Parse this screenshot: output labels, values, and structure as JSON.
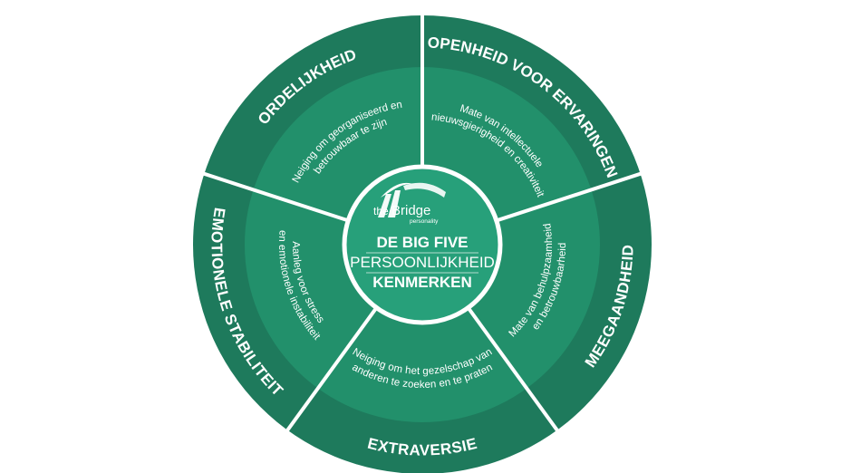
{
  "colors": {
    "outer_ring": "#1e7a5c",
    "inner_ring": "#22906b",
    "center_disc": "#27a07a",
    "divider": "#ffffff",
    "text": "#ffffff"
  },
  "center": {
    "logo": {
      "the": "the",
      "bridge": "Bridge",
      "sub": "personality",
      "icon": "bridge-arch-icon"
    },
    "line1": "DE BIG FIVE",
    "line2": "PERSOONLIJKHEID",
    "line3": "KENMERKEN"
  },
  "segments": [
    {
      "id": "ordelijkheid",
      "title": "ORDELIJKHEID",
      "desc": [
        "Neiging om georganiseerd en",
        "betrouwbaar te zijn"
      ]
    },
    {
      "id": "openheid",
      "title": "OPENHEID VOOR ERVARINGEN",
      "desc": [
        "Mate van intellectuele",
        "nieuwsgierigheid en creativiteit"
      ]
    },
    {
      "id": "meegaandheid",
      "title": "MEEGAANDHEID",
      "desc": [
        "Mate van behulpzaamheid",
        "en betrouwbaarheid"
      ]
    },
    {
      "id": "extraversie",
      "title": "EXTRAVERSIE",
      "desc": [
        "Neiging om het gezelschap van",
        "anderen te zoeken en te praten"
      ]
    },
    {
      "id": "emotionele-stabiliteit",
      "title": "EMOTIONELE STABILITEIT",
      "desc": [
        "Aanleg voor stress",
        "en emotionele instabiliteit"
      ]
    }
  ]
}
